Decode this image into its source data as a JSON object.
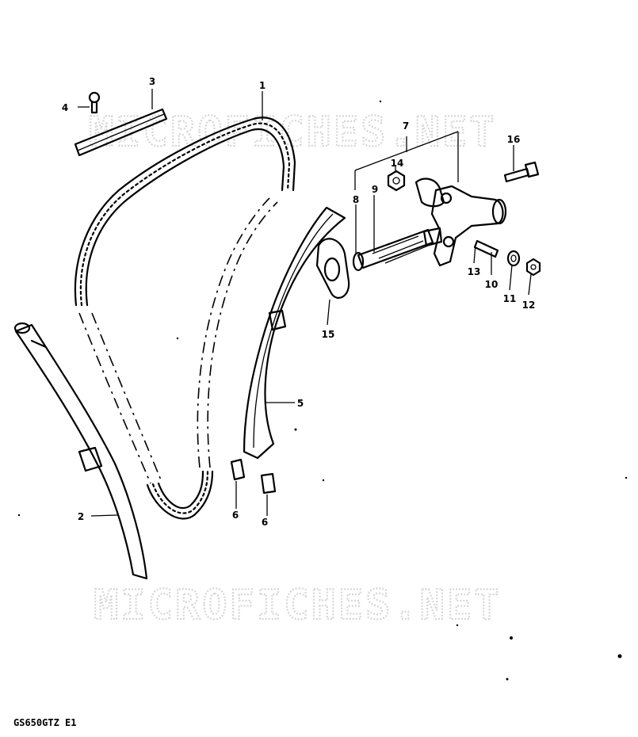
{
  "watermark": "MICROFICHES.NET",
  "model_code": "GS650GTZ E1",
  "callouts": {
    "p1": "1",
    "p2": "2",
    "p3": "3",
    "p4": "4",
    "p5": "5",
    "p6a": "6",
    "p6b": "6",
    "p7": "7",
    "p8": "8",
    "p9": "9",
    "p10": "10",
    "p11": "11",
    "p12": "12",
    "p13": "13",
    "p14": "14",
    "p15": "15",
    "p16": "16"
  }
}
